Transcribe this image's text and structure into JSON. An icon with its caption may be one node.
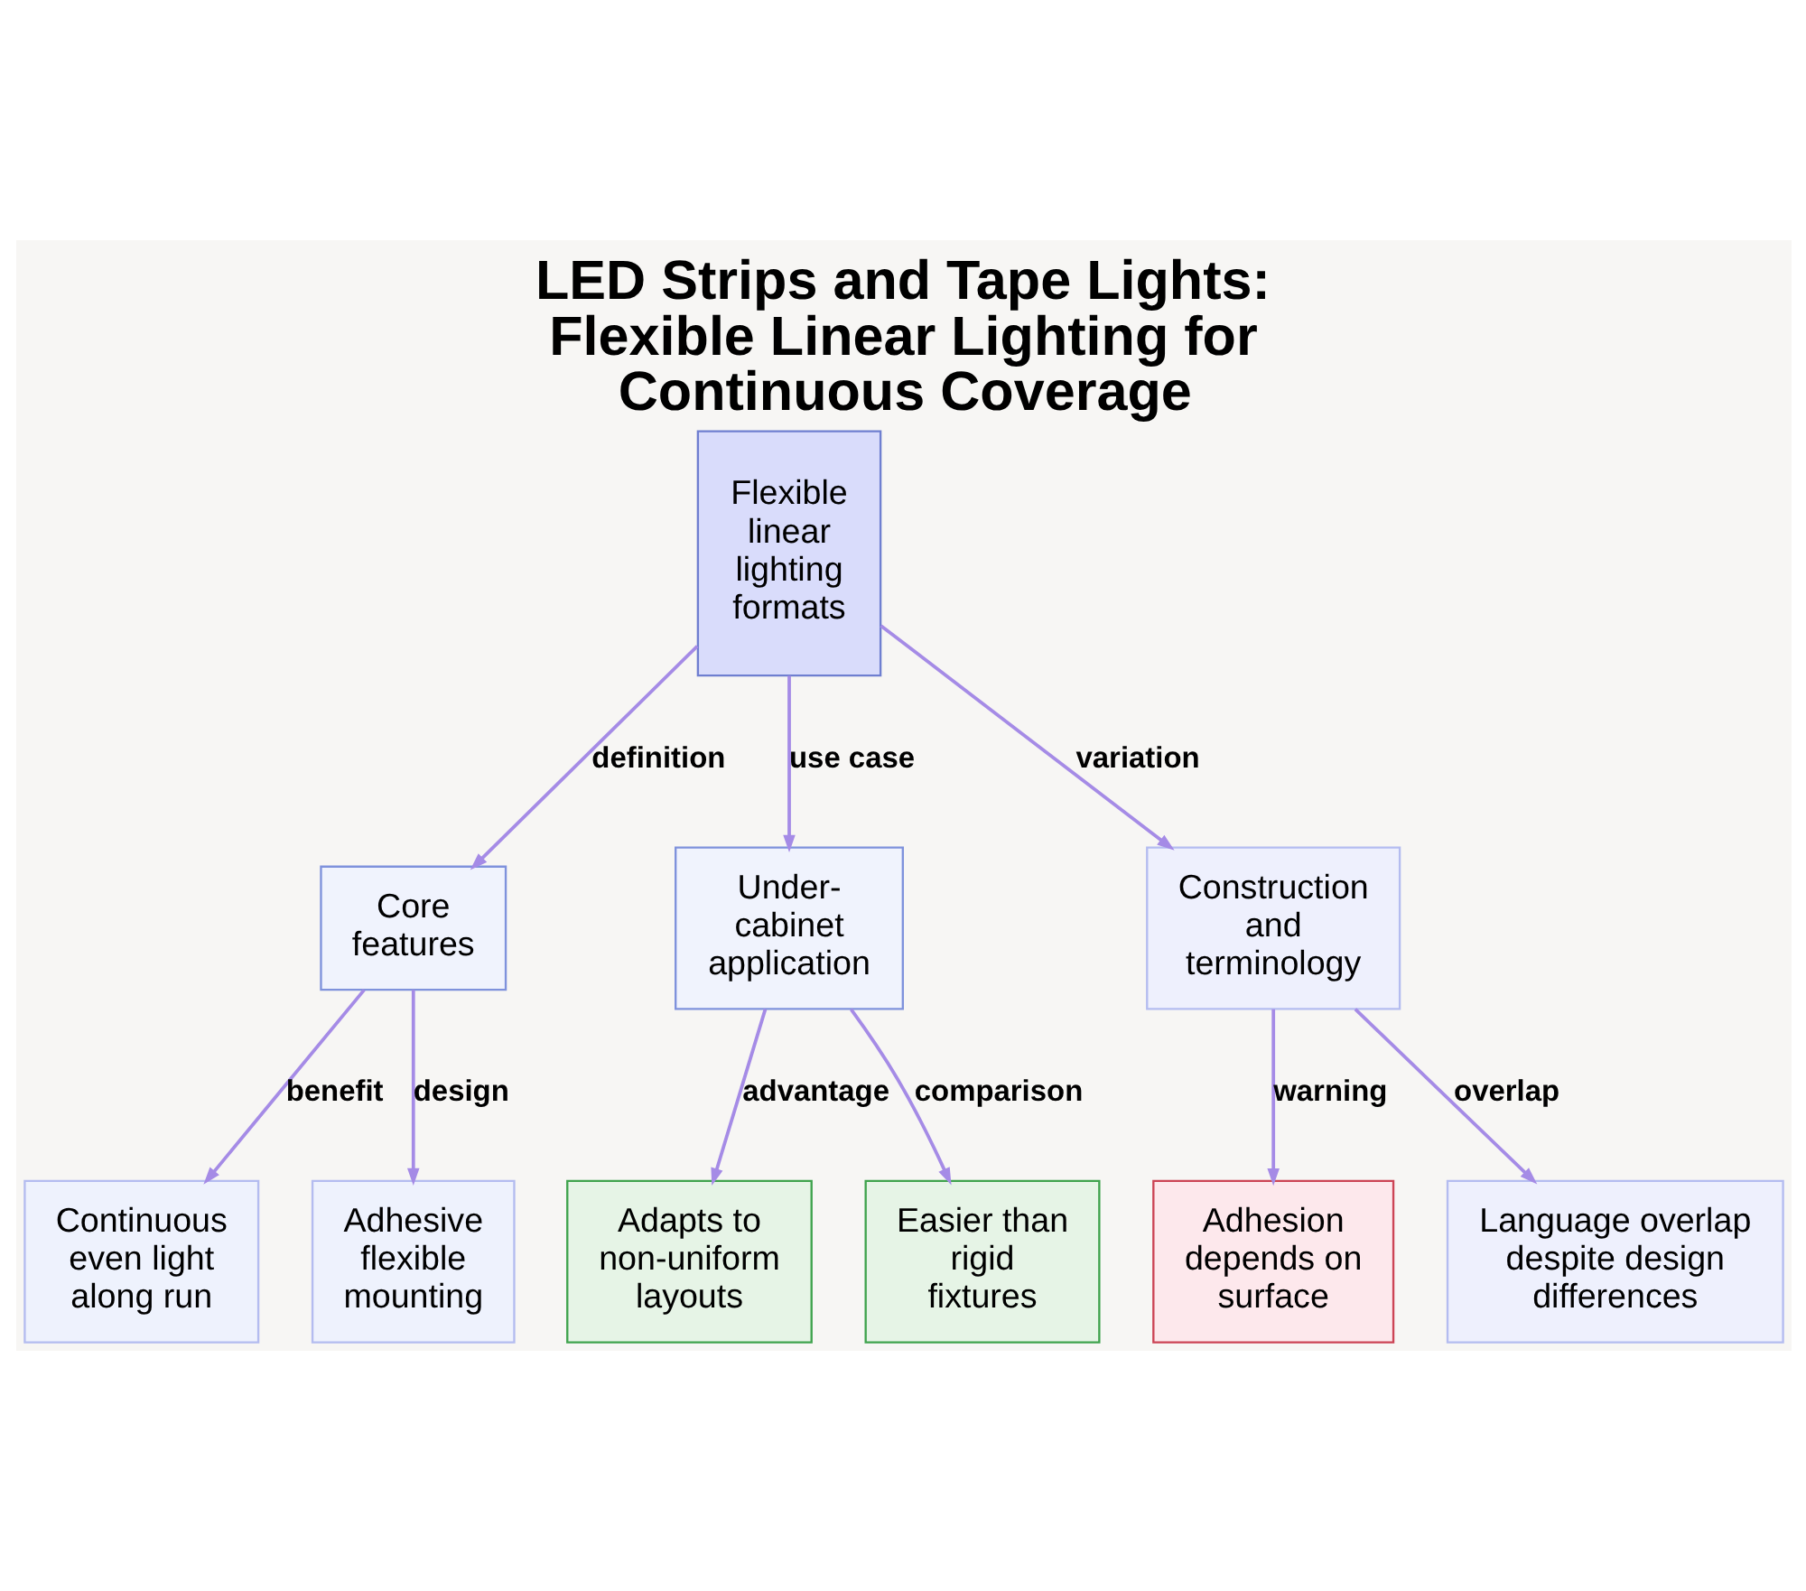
{
  "diagram": {
    "title": "LED Strips and Tape Lights: Flexible Linear Lighting for Continuous Coverage",
    "nodes": [
      {
        "text": [
          "Flexible linear lighting formats"
        ]
      },
      {
        "text": [
          "Core features"
        ]
      },
      {
        "text": [
          "Under-cabinet application"
        ]
      },
      {
        "text": [
          "Construction and terminology"
        ]
      },
      {
        "text": [
          "Continuous even light along run"
        ]
      },
      {
        "text": [
          "Adhesive flexible mounting"
        ]
      },
      {
        "text": [
          "Adapts to non-uniform layouts"
        ]
      },
      {
        "text": [
          "Easier than rigid fixtures"
        ]
      },
      {
        "text": [
          "Adhesion depends on surface"
        ]
      },
      {
        "text": [
          "Language overlap despite design differences"
        ]
      }
    ],
    "edges": [
      {
        "from": 0,
        "to": 1,
        "arrow": "to",
        "label": "definition"
      },
      {
        "from": 0,
        "to": 2,
        "arrow": "to",
        "label": "use case"
      },
      {
        "from": 0,
        "to": 3,
        "arrow": "to",
        "label": "variation"
      },
      {
        "from": 1,
        "to": 4,
        "arrow": "to",
        "label": "benefit"
      },
      {
        "from": 1,
        "to": 5,
        "arrow": "to",
        "label": "design"
      },
      {
        "from": 2,
        "to": 6,
        "arrow": "to",
        "label": "advantage"
      },
      {
        "from": 2,
        "to": 7,
        "arrow": "to",
        "label": "comparison"
      },
      {
        "from": 3,
        "to": 8,
        "arrow": "to",
        "label": "warning"
      },
      {
        "from": 3,
        "to": 9,
        "arrow": "to",
        "label": "overlap"
      }
    ]
  }
}
